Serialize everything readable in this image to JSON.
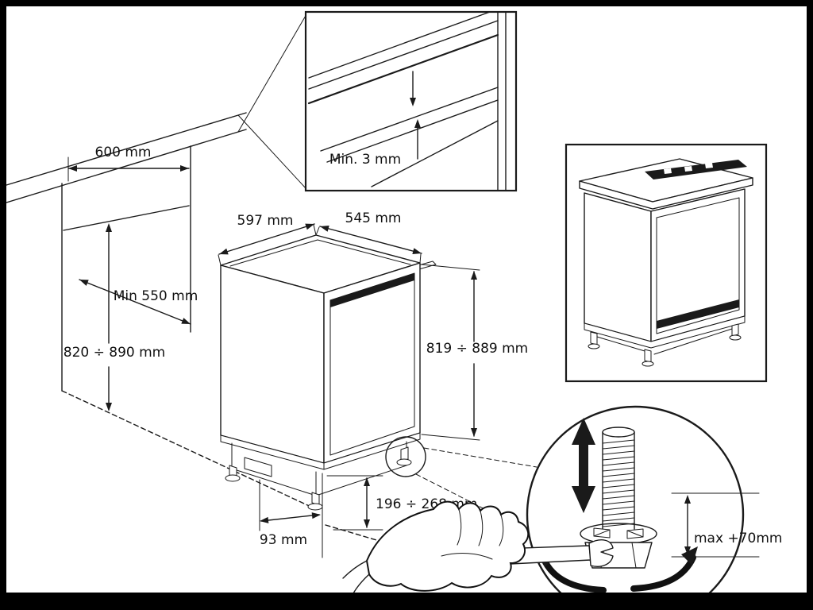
{
  "frame": {
    "background": "#ffffff",
    "border_color": "#000000",
    "line_color": "#1a1a1a"
  },
  "labels": {
    "niche_width": "600 mm",
    "niche_depth": "Min 550 mm",
    "niche_height": "820 ÷ 890 mm",
    "worktop_gap": "Min. 3 mm",
    "appliance_width": "597 mm",
    "appliance_depth": "545 mm",
    "appliance_height": "819 ÷ 889 mm",
    "plinth_height": "196 ÷ 268 mm",
    "plinth_recess": "93 mm",
    "foot_max_adjust": "max +70mm"
  }
}
